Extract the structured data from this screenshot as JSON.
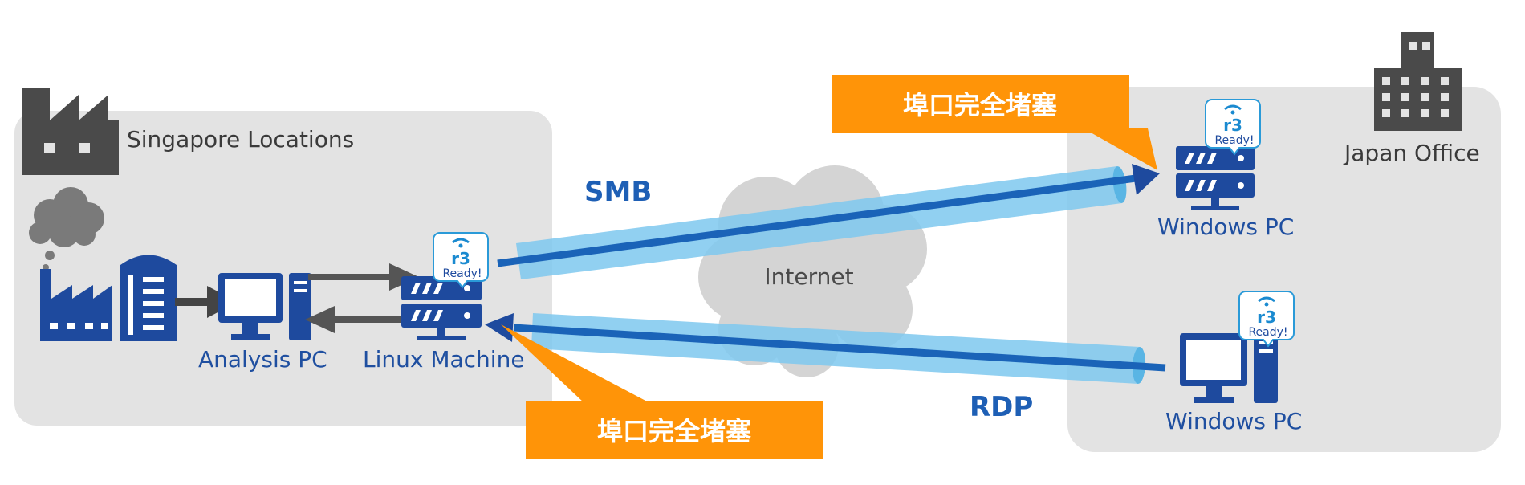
{
  "regions": {
    "singapore": {
      "label": "Singapore Locations"
    },
    "japan": {
      "label": "Japan Office"
    }
  },
  "nodes": {
    "analysis_pc": {
      "label": "Analysis PC"
    },
    "linux_machine": {
      "label": "Linux Machine"
    },
    "windows_pc_top": {
      "label": "Windows PC"
    },
    "windows_pc_bottom": {
      "label": "Windows PC"
    }
  },
  "cloud": {
    "label": "Internet"
  },
  "links": {
    "smb": {
      "label": "SMB"
    },
    "rdp": {
      "label": "RDP"
    }
  },
  "callouts": {
    "top": {
      "text": "埠口完全堵塞"
    },
    "bottom": {
      "text": "埠口完全堵塞"
    }
  },
  "badges": {
    "ready_text": "Ready!",
    "logo_text": "r3"
  },
  "colors": {
    "blue": "#1e4a9e",
    "tube": "#7ec8ee",
    "core": "#1a63b8",
    "orange": "#ff9408",
    "grey_panel": "#e3e3e3",
    "dark_icon": "#4a4a4a",
    "cloud": "#d4d4d4",
    "label_blue": "#1f4fa0"
  }
}
